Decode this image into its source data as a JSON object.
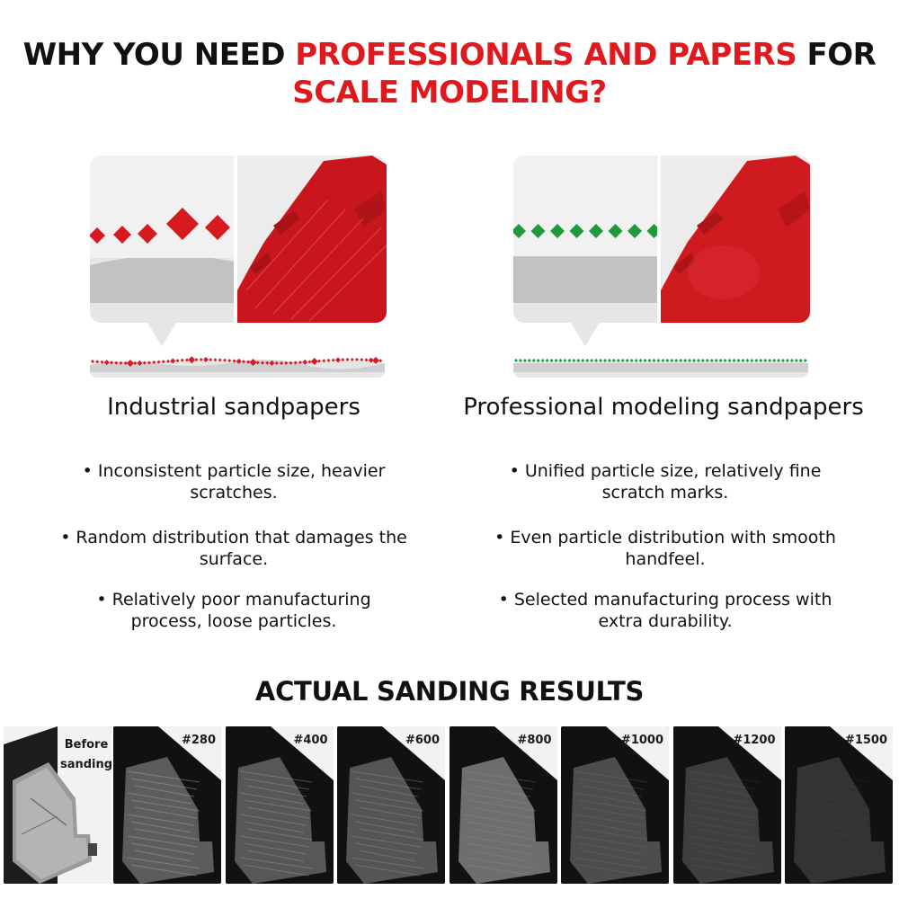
{
  "headline": {
    "part1": "WHY YOU NEED ",
    "highlight": "PROFESSIONALS AND PAPERS",
    "part2": " FOR",
    "highlight2": "SCALE MODELING?"
  },
  "colors": {
    "accent_red": "#e0191e",
    "diamond_red": "#d71920",
    "diamond_green": "#1e9a3c"
  },
  "industrial": {
    "title": "Industrial sandpapers",
    "bullets": [
      {
        "line1": "• Inconsistent particle size, heavier",
        "line2": "scratches."
      },
      {
        "line1": "• Random distribution that damages the",
        "line2": "surface."
      },
      {
        "line1": "• Relatively poor manufacturing",
        "line2": "process, loose particles."
      }
    ]
  },
  "professional": {
    "title": "Professional modeling sandpapers",
    "bullets": [
      {
        "line1": "• Unified particle size, relatively fine",
        "line2": "scratch marks."
      },
      {
        "line1": "• Even particle distribution with smooth",
        "line2": "handfeel."
      },
      {
        "line1": "• Selected manufacturing process with",
        "line2": "extra durability."
      }
    ]
  },
  "results": {
    "title": "ACTUAL SANDING RESULTS",
    "before_line1": "Before",
    "before_line2": "sanding",
    "grits": [
      "#280",
      "#400",
      "#600",
      "#800",
      "#1000",
      "#1200",
      "#1500"
    ]
  }
}
